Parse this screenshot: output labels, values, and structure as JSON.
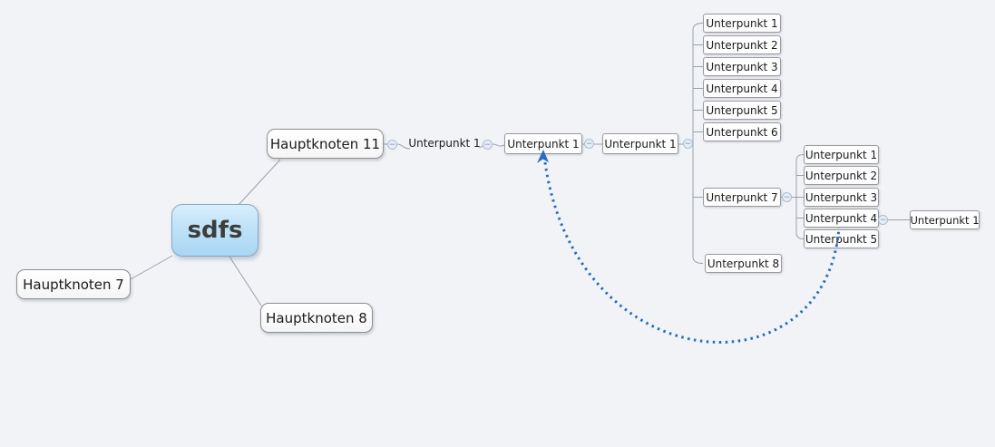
{
  "canvas": {
    "background": "#f1f3f7"
  },
  "root": {
    "label": "sdfs"
  },
  "main_topics": {
    "hauptknoten7": {
      "label": "Hauptknoten 7"
    },
    "hauptknoten11": {
      "label": "Hauptknoten 11"
    },
    "hauptknoten8": {
      "label": "Hauptknoten 8"
    }
  },
  "branch11": {
    "level1": {
      "label": "Unterpunkt 1"
    },
    "level2": {
      "label": "Unterpunkt 1"
    },
    "level3": {
      "label": "Unterpunkt 1"
    },
    "children": [
      "Unterpunkt 1",
      "Unterpunkt 2",
      "Unterpunkt 3",
      "Unterpunkt 4",
      "Unterpunkt 5",
      "Unterpunkt 6"
    ],
    "unterpunkt7": {
      "label": "Unterpunkt 7",
      "children": [
        "Unterpunkt 1",
        "Unterpunkt 2",
        "Unterpunkt 3",
        "Unterpunkt 4",
        "Unterpunkt 5"
      ],
      "unterpunkt4_child": {
        "label": "Unterpunkt 1"
      }
    },
    "unterpunkt8": {
      "label": "Unterpunkt 8"
    }
  },
  "relationship": {
    "from": "Unterpunkt 4",
    "to": "Unterpunkt 1",
    "style": "dotted-curve-with-arrow",
    "color": "#2b6cbe"
  },
  "icons": {
    "collapse_minus": "−"
  },
  "colors": {
    "background": "#f1f3f7",
    "connector": "#9aa2ac",
    "root_gradient_top": "#d8eefc",
    "root_gradient_bottom": "#a9d6f3",
    "relationship": "#2b6cbe"
  }
}
